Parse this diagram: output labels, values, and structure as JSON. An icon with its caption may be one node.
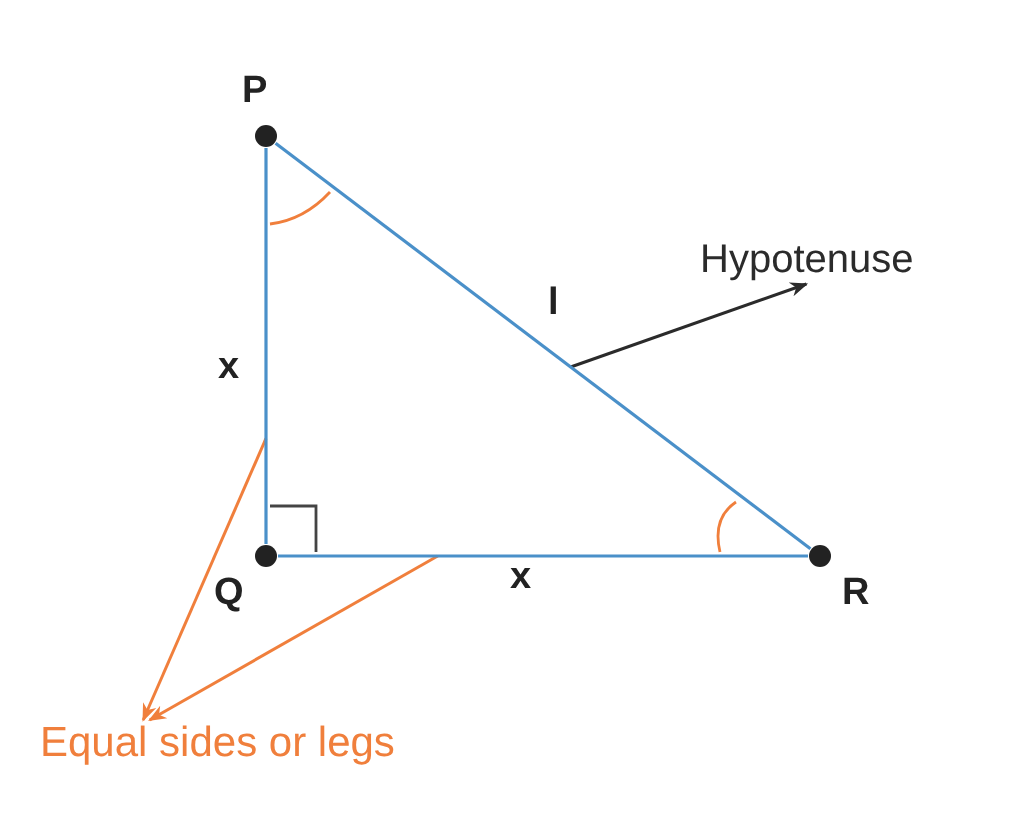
{
  "diagram": {
    "nodes": [
      {
        "text": [
          "Hypotenuse"
        ]
      },
      {
        "text": [
          "Equal sides or legs"
        ]
      },
      {
        "text": [],
        "shape": "line"
      },
      {
        "text": [],
        "shape": "line"
      },
      {
        "text": [],
        "shape": "line"
      }
    ],
    "edges": [
      {
        "from": 2,
        "to": 0,
        "arrow": "to",
        "color": "#2b2b2b"
      },
      {
        "from": 3,
        "to": 1,
        "arrow": "to",
        "color": "#f07f3c"
      },
      {
        "from": 4,
        "to": 1,
        "arrow": "to",
        "color": "#f07f3c"
      }
    ],
    "labels": [
      "P",
      "l",
      "x",
      "x",
      "Q",
      "R"
    ]
  }
}
